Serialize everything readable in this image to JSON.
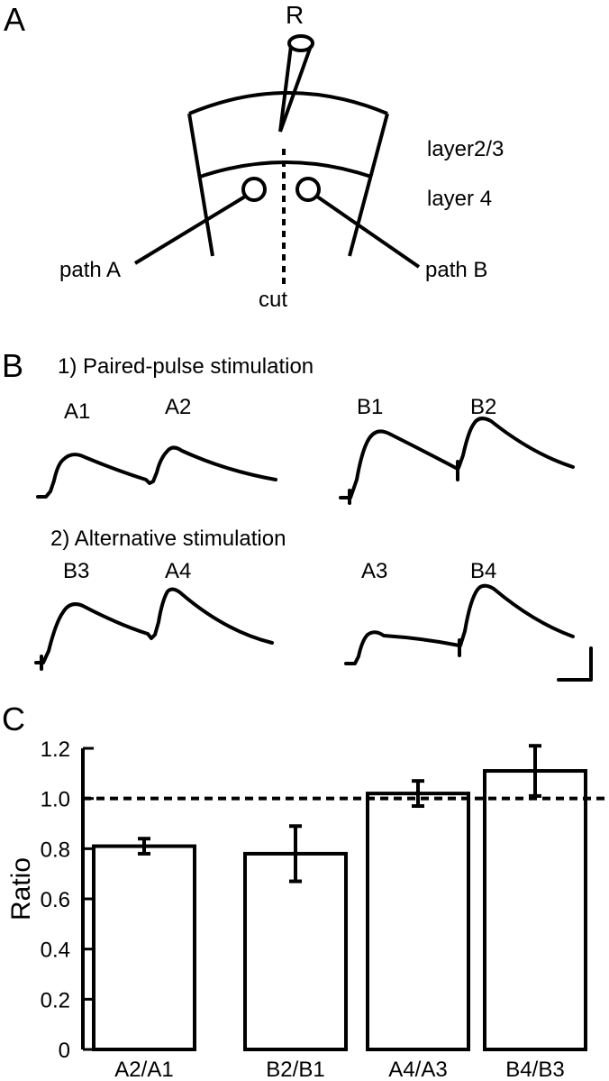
{
  "panels": {
    "a": "A",
    "b": "B",
    "c": "C"
  },
  "panel_a": {
    "recording_label": "R",
    "layer23_label": "layer2/3",
    "layer4_label": "layer 4",
    "path_a_label": "path A",
    "path_b_label": "path B",
    "cut_label": "cut"
  },
  "panel_b": {
    "section1_title": "1) Paired-pulse stimulation",
    "section2_title": "2) Alternative stimulation",
    "trace_labels": {
      "a1": "A1",
      "a2": "A2",
      "b1": "B1",
      "b2": "B2",
      "b3": "B3",
      "a4": "A4",
      "a3": "A3",
      "b4": "B4"
    }
  },
  "chart_data": {
    "type": "bar",
    "ylabel": "Ratio",
    "ylim": [
      0,
      1.2
    ],
    "yticks": [
      "0",
      "0.2",
      "0.4",
      "0.6",
      "0.8",
      "1.0",
      "1.2"
    ],
    "categories": [
      "A2/A1",
      "B2/B1",
      "A4/A3",
      "B4/B3"
    ],
    "values": [
      0.81,
      0.78,
      1.02,
      1.11
    ],
    "errors": [
      0.03,
      0.11,
      0.05,
      0.1
    ],
    "reference_line": 1.0,
    "bar_fill": "#ffffff",
    "stroke": "#000000"
  }
}
